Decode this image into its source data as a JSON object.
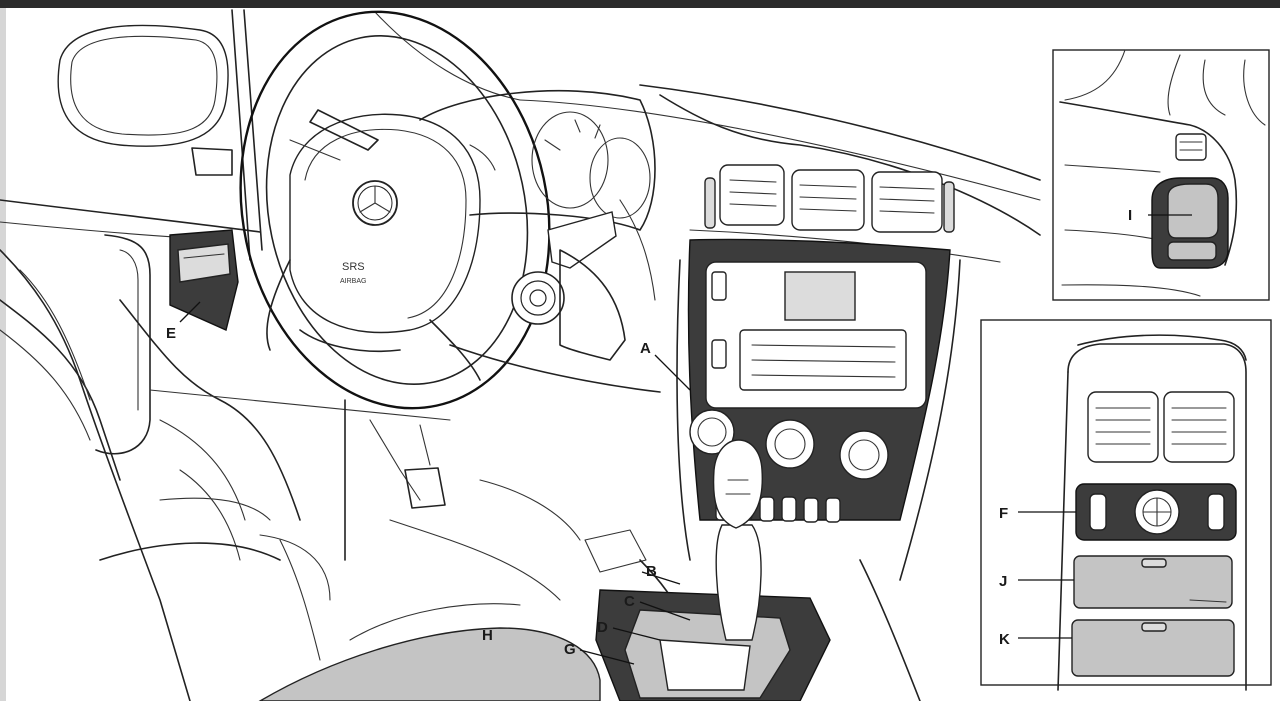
{
  "callouts": {
    "A": "A",
    "B": "B",
    "C": "C",
    "D": "D",
    "E": "E",
    "F": "F",
    "G": "G",
    "H": "H",
    "I": "I",
    "J": "J",
    "K": "K"
  },
  "airbag_text": {
    "line1": "SRS",
    "line2": "AIRBAG"
  },
  "colors": {
    "top_band": "#2b2b2b",
    "left_strip": "#d6d6d6",
    "highlight_dark": "#3c3c3c",
    "highlight_grey": "#c4c4c4"
  }
}
